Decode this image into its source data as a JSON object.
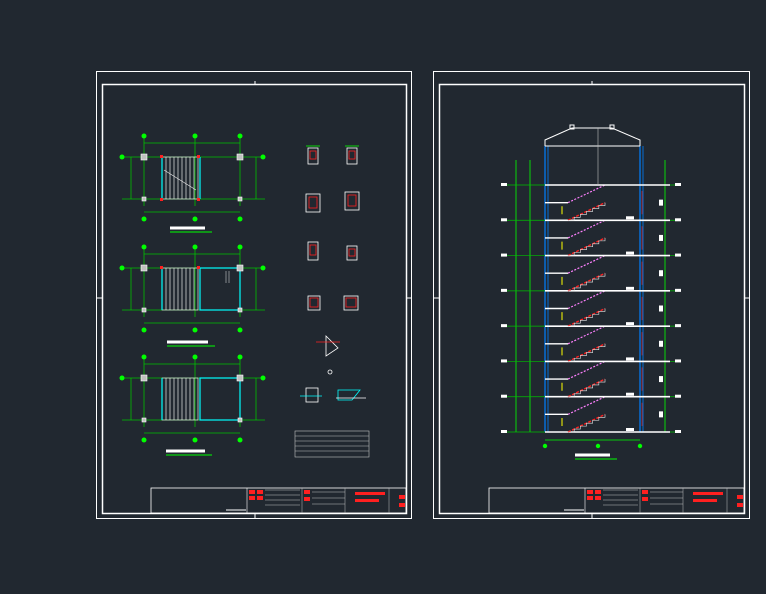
{
  "app": {
    "title": ""
  },
  "viewport": {
    "background": "#212830"
  },
  "colors": {
    "frame": "#ffffff",
    "grid": "#00c000",
    "dim": "#00ff00",
    "stair": "#e8e8e8",
    "column": "#00ffff",
    "wall": "#0080ff",
    "rebar": "#ff2020",
    "hatch": "#ff80ff",
    "yellow": "#ffff00"
  },
  "sheets": [
    {
      "name": "sheet-1",
      "content": "stair-plans",
      "plans": 3,
      "details": 12,
      "title_block": {
        "visible": true
      }
    },
    {
      "name": "sheet-2",
      "content": "stair-section",
      "floors": 7,
      "title_block": {
        "visible": true
      }
    }
  ]
}
